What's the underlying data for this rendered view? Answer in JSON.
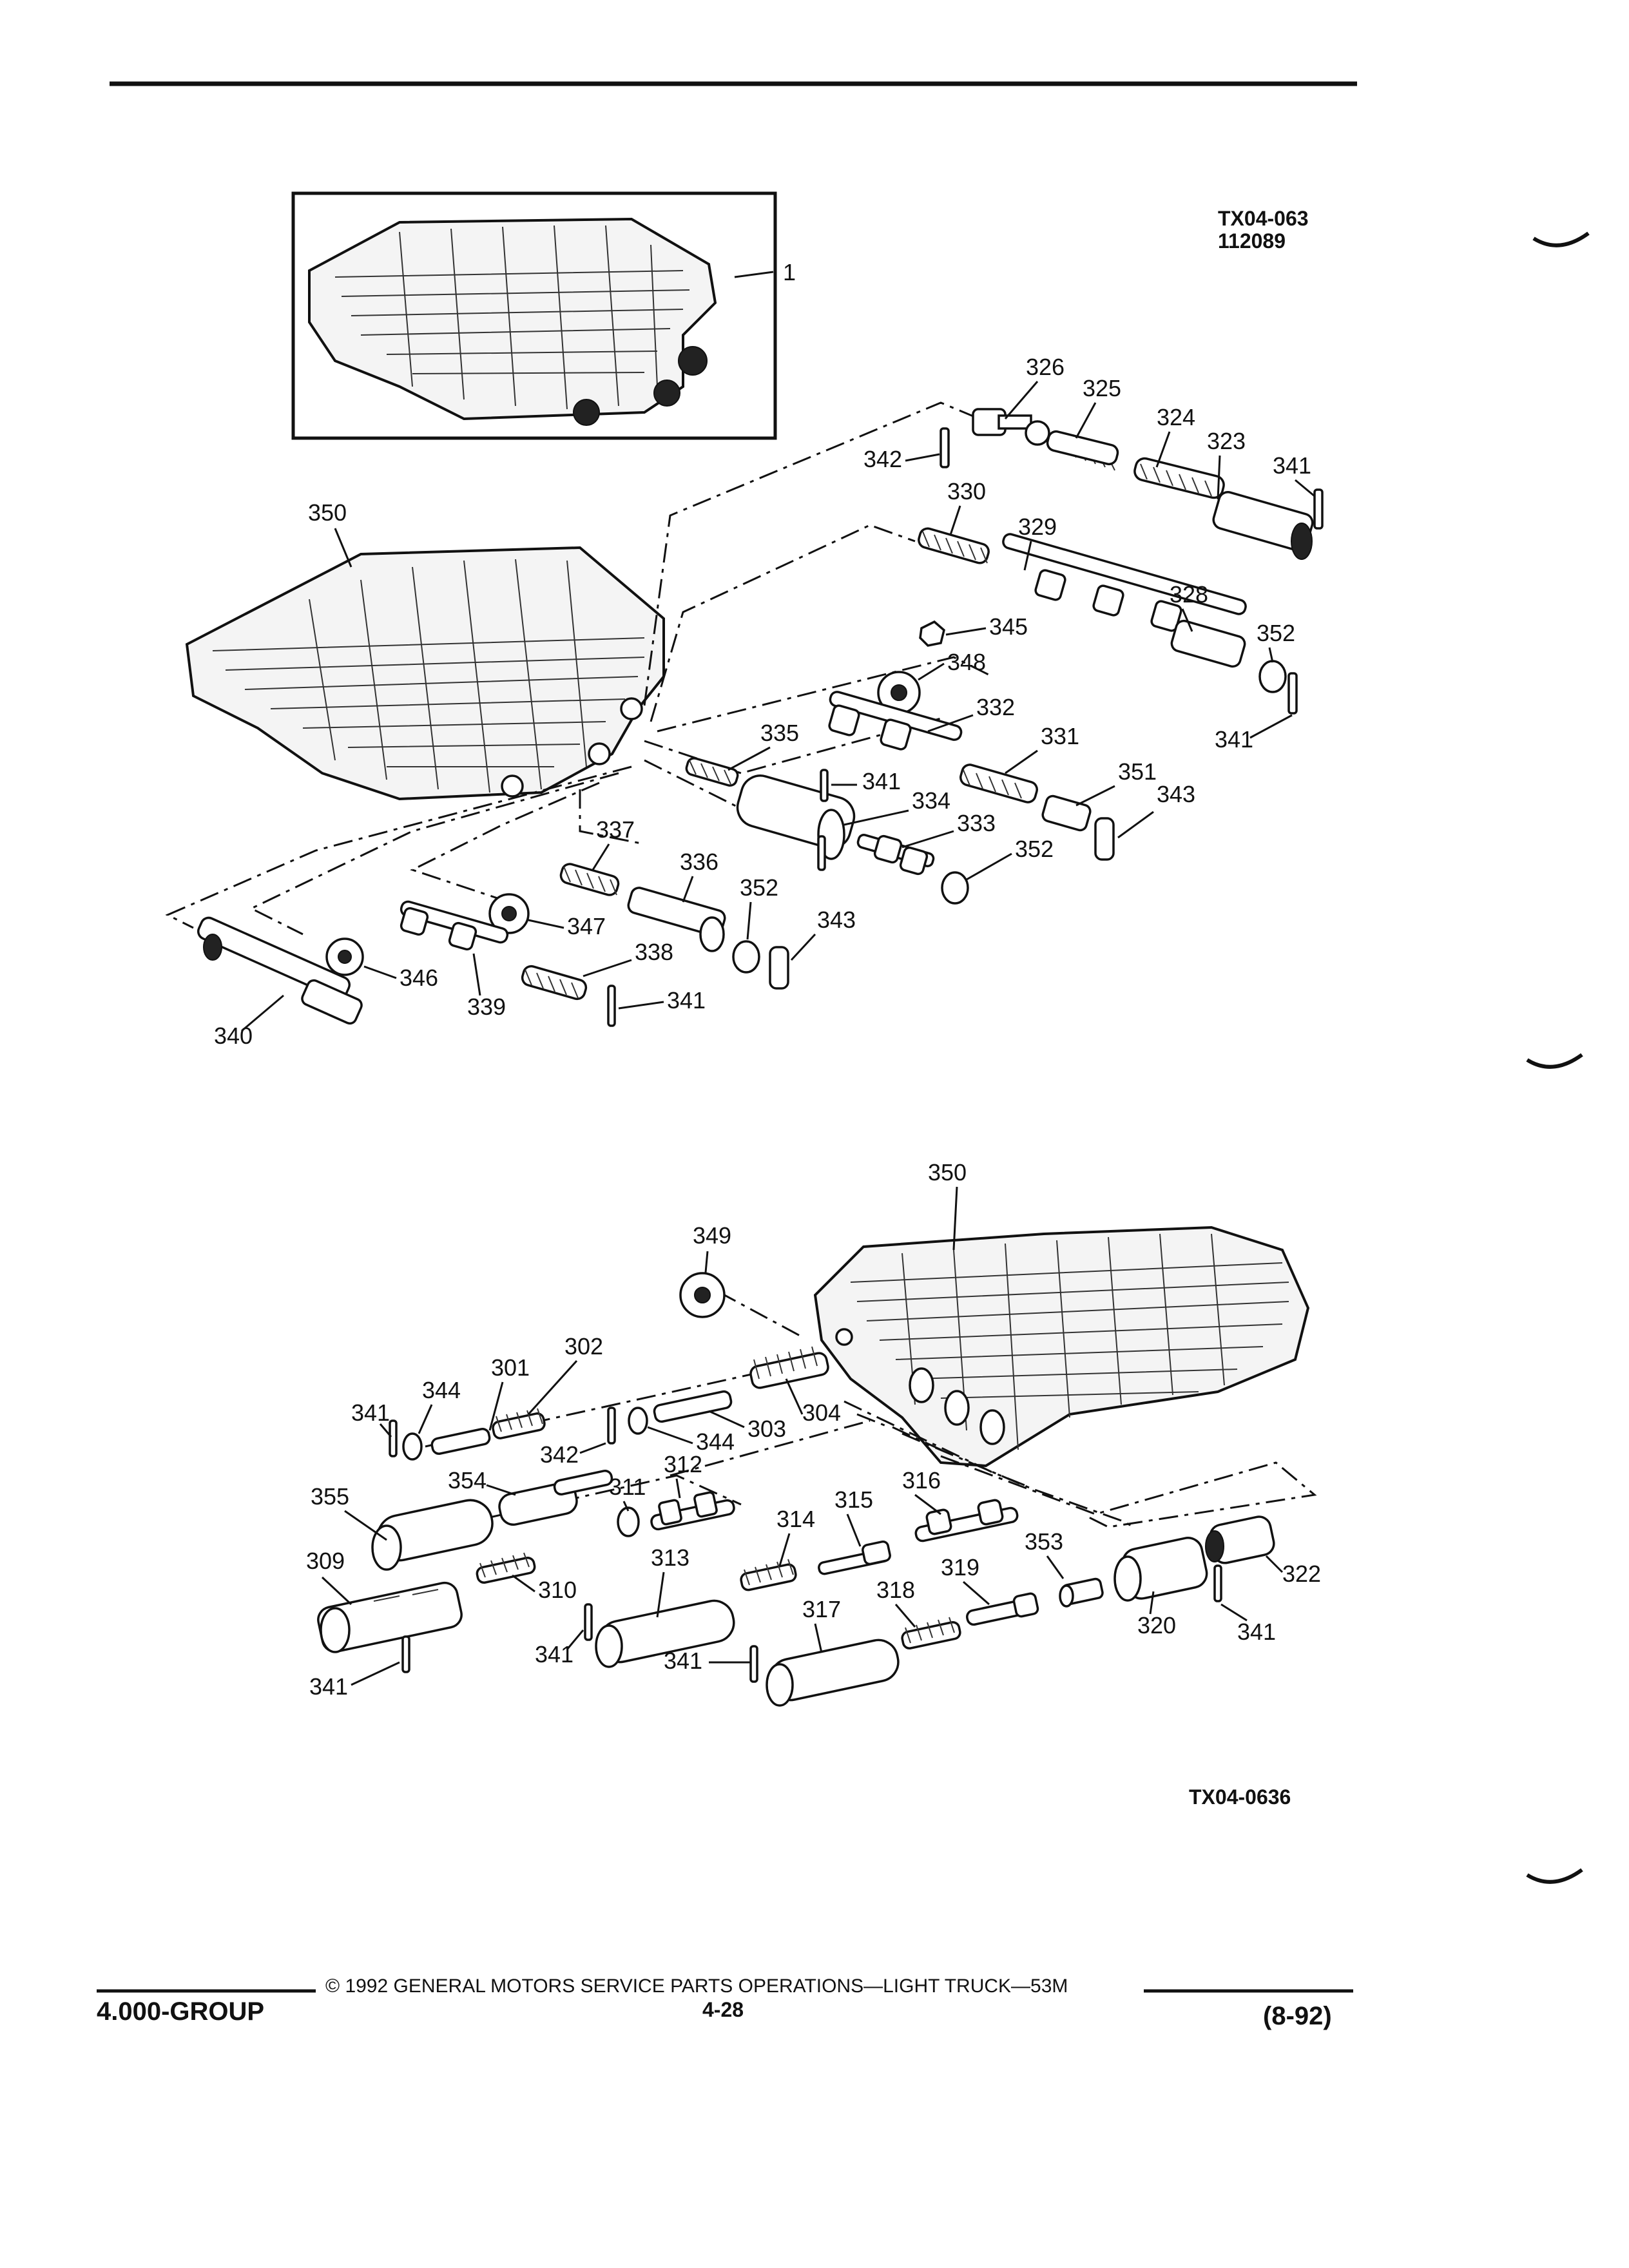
{
  "figure_codes": {
    "top": "TX04-063",
    "top_date": "112089",
    "bottom": "TX04-0636"
  },
  "callouts": {
    "c1": "1",
    "c350a": "350",
    "c326": "326",
    "c325": "325",
    "c324": "324",
    "c323": "323",
    "c342a": "342",
    "c341a": "341",
    "c330": "330",
    "c329": "329",
    "c328": "328",
    "c345": "345",
    "c352a": "352",
    "c348": "348",
    "c332": "332",
    "c341b": "341",
    "c335": "335",
    "c331": "331",
    "c341c": "341",
    "c351": "351",
    "c343a": "343",
    "c334": "334",
    "c333": "333",
    "c352b": "352",
    "c337": "337",
    "c336": "336",
    "c352c": "352",
    "c343b": "343",
    "c347": "347",
    "c346": "346",
    "c338": "338",
    "c339": "339",
    "c341d": "341",
    "c340": "340",
    "c350b": "350",
    "c349": "349",
    "c302": "302",
    "c301": "301",
    "c344a": "344",
    "c341e": "341",
    "c304": "304",
    "c303": "303",
    "c342b": "342",
    "c344b": "344",
    "c355": "355",
    "c354": "354",
    "c311": "311",
    "c312": "312",
    "c316": "316",
    "c309": "309",
    "c315": "315",
    "c314": "314",
    "c313": "313",
    "c310": "310",
    "c353": "353",
    "c322": "322",
    "c319": "319",
    "c318": "318",
    "c317": "317",
    "c320": "320",
    "c341f": "341",
    "c341g": "341",
    "c341h": "341",
    "c341i": "341"
  },
  "footer": {
    "group": "4.000-GROUP",
    "copyright": "© 1992 GENERAL MOTORS SERVICE PARTS OPERATIONS—LIGHT TRUCK—53M",
    "page": "4-28",
    "date": "(8-92)"
  }
}
